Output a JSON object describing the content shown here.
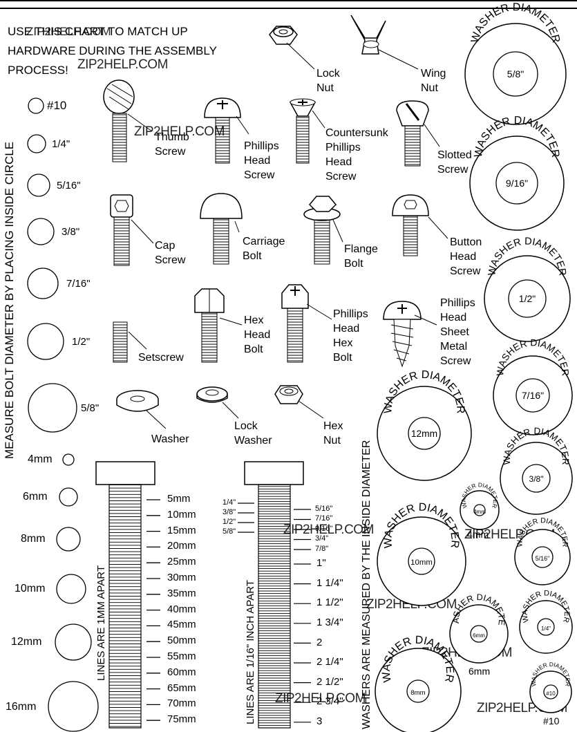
{
  "intro": {
    "overlay": "ZIP2HELP.COM",
    "line1": "USE THIS CHART TO MATCH UP",
    "line2": "HARDWARE DURING THE ASSEMBLY",
    "line3": "PROCESS!"
  },
  "watermark": "ZIP2HELP.COM",
  "side_labels": {
    "bolt_diameter": "MEASURE BOLT DIAMETER BY PLACING INSIDE CIRCLE",
    "mm_lines": "LINES ARE 1MM APART",
    "inch_lines": "LINES ARE 1/16\" INCH APART",
    "washers": "WASHERS ARE MEASURED BY THE INSIDE DIAMETER"
  },
  "hardware": [
    {
      "id": "lock-nut",
      "label1": "Lock",
      "label2": "Nut"
    },
    {
      "id": "wing-nut",
      "label1": "Wing",
      "label2": "Nut"
    },
    {
      "id": "thumb-screw",
      "label1": "Thumb",
      "label2": "Screw"
    },
    {
      "id": "phillips-head-screw",
      "label1": "Phillips",
      "label2": "Head",
      "label3": "Screw"
    },
    {
      "id": "countersunk-phillips-head-screw",
      "label1": "Countersunk",
      "label2": "Phillips",
      "label3": "Head",
      "label4": "Screw"
    },
    {
      "id": "slotted-screw",
      "label1": "Slotted",
      "label2": "Screw"
    },
    {
      "id": "cap-screw",
      "label1": "Cap",
      "label2": "Screw"
    },
    {
      "id": "carriage-bolt",
      "label1": "Carriage",
      "label2": "Bolt"
    },
    {
      "id": "flange-bolt",
      "label1": "Flange",
      "label2": "Bolt"
    },
    {
      "id": "button-head-screw",
      "label1": "Button",
      "label2": "Head",
      "label3": "Screw"
    },
    {
      "id": "setscrew",
      "label1": "Setscrew"
    },
    {
      "id": "hex-head-bolt",
      "label1": "Hex",
      "label2": "Head",
      "label3": "Bolt"
    },
    {
      "id": "phillips-head-hex-bolt",
      "label1": "Phillips",
      "label2": "Head",
      "label3": "Hex",
      "label4": "Bolt"
    },
    {
      "id": "phillips-head-sheet-metal-screw",
      "label1": "Phillips",
      "label2": "Head",
      "label3": "Sheet",
      "label4": "Metal",
      "label5": "Screw"
    },
    {
      "id": "washer",
      "label1": "Washer"
    },
    {
      "id": "lock-washer",
      "label1": "Lock",
      "label2": "Washer"
    },
    {
      "id": "hex-nut",
      "label1": "Hex",
      "label2": "Nut"
    }
  ],
  "bolt_circles_inch": [
    "#10",
    "1/4\"",
    "5/16\"",
    "3/8\"",
    "7/16\"",
    "1/2\"",
    "5/8\""
  ],
  "bolt_circles_mm": [
    "4mm",
    "6mm",
    "8mm",
    "10mm",
    "12mm",
    "16mm"
  ],
  "mm_ruler": [
    "5mm",
    "10mm",
    "15mm",
    "20mm",
    "25mm",
    "30mm",
    "35mm",
    "40mm",
    "45mm",
    "50mm",
    "55mm",
    "60mm",
    "65mm",
    "70mm",
    "75mm"
  ],
  "inch_ruler": {
    "left_small": [
      "1/4\"",
      "3/8\"",
      "1/2\"",
      "5/8\""
    ],
    "right_small": [
      "5/16\"",
      "7/16\"",
      "9/16\"",
      "3/4\"",
      "7/8\""
    ],
    "right_large": [
      "1\"",
      "1 1/4\"",
      "1 1/2\"",
      "1 3/4\"",
      "2",
      "2 1/4\"",
      "2 1/2\"",
      "2 3/4\"",
      "3"
    ]
  },
  "washers": {
    "arc_label": "WASHER DIAMETER",
    "sizes": [
      "5/8\"",
      "9/16\"",
      "1/2\"",
      "7/16\"",
      "3/8\"",
      "12mm",
      "10mm",
      "8mm",
      "5/16\"",
      "1/4\"",
      "4mm",
      "6mm",
      "#10"
    ]
  }
}
